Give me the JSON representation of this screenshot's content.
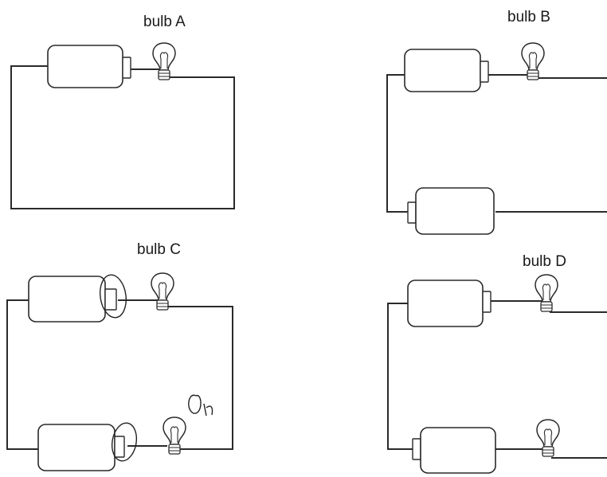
{
  "labels": {
    "bulb_a": "bulb A",
    "bulb_b": "bulb B",
    "bulb_c": "bulb C",
    "bulb_d": "bulb D"
  },
  "colors": {
    "ink": "#2a2a2a",
    "paper": "#ffffff"
  }
}
